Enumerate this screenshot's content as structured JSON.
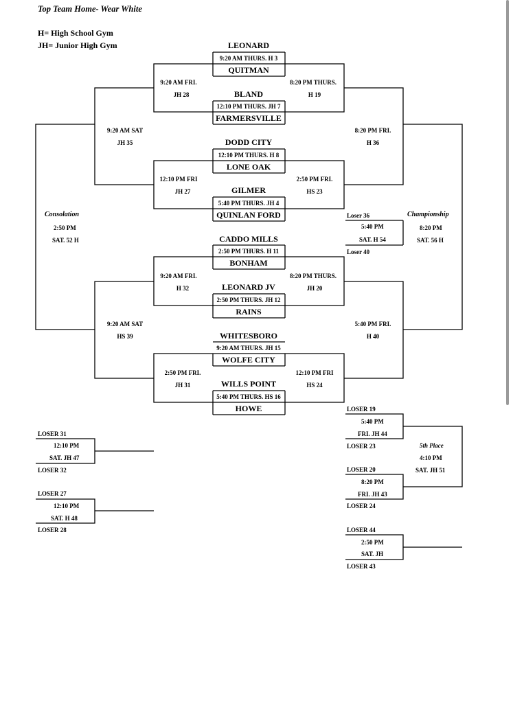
{
  "header": {
    "title": "Top Team Home- Wear White",
    "legend_h": "H= High School Gym",
    "legend_jh": "JH= Junior High Gym"
  },
  "first_round": [
    {
      "top": "LEONARD",
      "time": "9:20 AM THURS. H 3",
      "bottom": "QUITMAN"
    },
    {
      "top": "BLAND",
      "time": "12:10 PM THURS. JH 7",
      "bottom": "FARMERSVILLE"
    },
    {
      "top": "DODD CITY",
      "time": "12:10 PM  THURS. H 8",
      "bottom": "LONE OAK"
    },
    {
      "top": "GILMER",
      "time": "5:40 PM THURS.  JH 4",
      "bottom": "QUINLAN FORD"
    },
    {
      "top": "CADDO MILLS",
      "time": "2:50 PM THURS.  H 11",
      "bottom": "BONHAM"
    },
    {
      "top": "LEONARD JV",
      "time": "2:50 PM THURS.  JH 12",
      "bottom": "RAINS"
    },
    {
      "top": "WHITESBORO",
      "time": "9:20 AM THURS.  JH  15",
      "bottom": "WOLFE CITY"
    },
    {
      "top": "WILLS POINT",
      "time": "5:40 PM THURS.  HS 16",
      "bottom": "HOWE"
    }
  ],
  "consolation_r1": [
    {
      "time": "9:20 AM FRI.",
      "place": "JH 28"
    },
    {
      "time": "12:10 PM FRI",
      "place": "JH 27"
    },
    {
      "time": "9:20 AM FRI.",
      "place": "H 32"
    },
    {
      "time": "2:50 PM FRI.",
      "place": "JH 31"
    }
  ],
  "consolation_r2": [
    {
      "time": "9:20 AM SAT",
      "place": "JH 35"
    },
    {
      "time": "9:20 AM SAT",
      "place": "HS 39"
    }
  ],
  "consolation_final": {
    "title": "Consolation",
    "time": "2:50 PM",
    "place": "SAT.  52 H"
  },
  "winners_r1": [
    {
      "time": "8:20 PM THURS.",
      "place": "H 19"
    },
    {
      "time": "2:50 PM FRI.",
      "place": "HS 23"
    },
    {
      "time": "8:20 PM THURS.",
      "place": "JH 20"
    },
    {
      "time": "12:10 PM FRI",
      "place": "HS 24"
    }
  ],
  "winners_r2": [
    {
      "time": "8:20 PM FRI.",
      "place": "H 36"
    },
    {
      "time": "5:40 PM FRI.",
      "place": "H 40"
    }
  ],
  "championship": {
    "title": "Championship",
    "time": "8:20 PM",
    "place": "SAT. 56 H"
  },
  "third_game": {
    "top": "Loser 36",
    "time": "5:40 PM",
    "place": "SAT. H 54",
    "bottom": "Loser 40"
  },
  "left_loser_games": [
    {
      "top": "LOSER 31",
      "time": "12:10 PM",
      "place": "SAT. JH 47",
      "bottom": "LOSER 32"
    },
    {
      "top": "LOSER 27",
      "time": "12:10 PM",
      "place": "SAT. H 48",
      "bottom": "LOSER 28"
    }
  ],
  "fifth_semis": [
    {
      "top": "LOSER 19",
      "time": "5:40 PM",
      "place": "FRI. JH 44",
      "bottom": "LOSER 23"
    },
    {
      "top": "LOSER 20",
      "time": "8:20 PM",
      "place": "FRI. JH 43",
      "bottom": "LOSER 24"
    }
  ],
  "fifth_place": {
    "title": "5th Place",
    "time": "4:10 PM",
    "place": "SAT. JH 51"
  },
  "seventh_game": {
    "top": "LOSER 44",
    "time": "2:50 PM",
    "place": "SAT. JH",
    "bottom": "LOSER 43"
  }
}
